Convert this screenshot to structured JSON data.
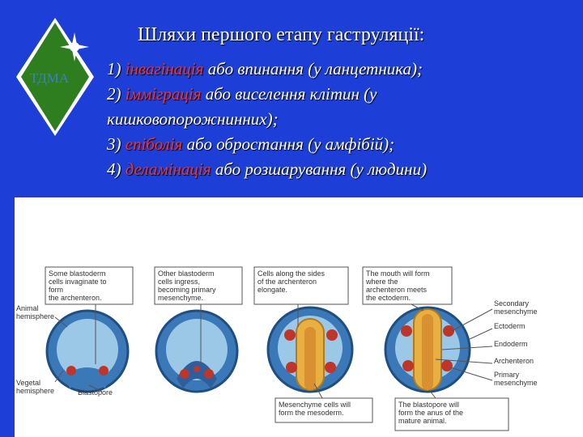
{
  "logo": {
    "text": "ТДМА"
  },
  "title": "Шляхи першого етапу гаструляції:",
  "items": [
    {
      "prefix": "1) ",
      "term": "інвагінація",
      "rest": " або впинання (у ланцетника);"
    },
    {
      "prefix": "2) ",
      "term": "імміграція",
      "rest": " або виселення клітин (у"
    },
    {
      "prefix": "",
      "term": "",
      "rest": "кишковопорожнинних);"
    },
    {
      "prefix": "3) ",
      "term": "епіболія",
      "rest": " або обростання (у амфібій);"
    },
    {
      "prefix": "4) ",
      "term": "деламінація",
      "rest": " або розшарування (у людини)"
    }
  ],
  "figure": {
    "callouts": [
      [
        "Some blastoderm",
        "cells invaginate to",
        "form",
        "the archenteron."
      ],
      [
        "Other blastoderm",
        "cells ingress,",
        "becoming primary",
        "mesenchyme."
      ],
      [
        "Cells along the sides",
        "of the archenteron",
        "elongate."
      ],
      [
        "The mouth will form",
        "where the",
        "archenteron meets",
        "the ectoderm."
      ]
    ],
    "bottom_callouts": [
      [
        "Mesenchyme cells will",
        "form the mesoderm."
      ],
      [
        "The blastopore will",
        "form the anus of the",
        "mature animal."
      ]
    ],
    "left_labels": {
      "animal": [
        "Animal",
        "hemisphere"
      ],
      "vegetal": [
        "Vegetal",
        "hemisphere"
      ],
      "blastopore": "Blastopore"
    },
    "right_labels": [
      [
        "Secondary",
        "mesenchyme"
      ],
      [
        "Ectoderm"
      ],
      [
        "Endoderm"
      ],
      [
        "Archenteron"
      ],
      [
        "Primary",
        "mesenchyme"
      ]
    ]
  },
  "colors": {
    "background": "#1d3fd8",
    "highlight": "#e33",
    "embryo_blue": "#3a78b8",
    "embryo_red": "#c0352a",
    "embryo_yellow": "#e8b040",
    "logo_green": "#2e7d1e"
  }
}
